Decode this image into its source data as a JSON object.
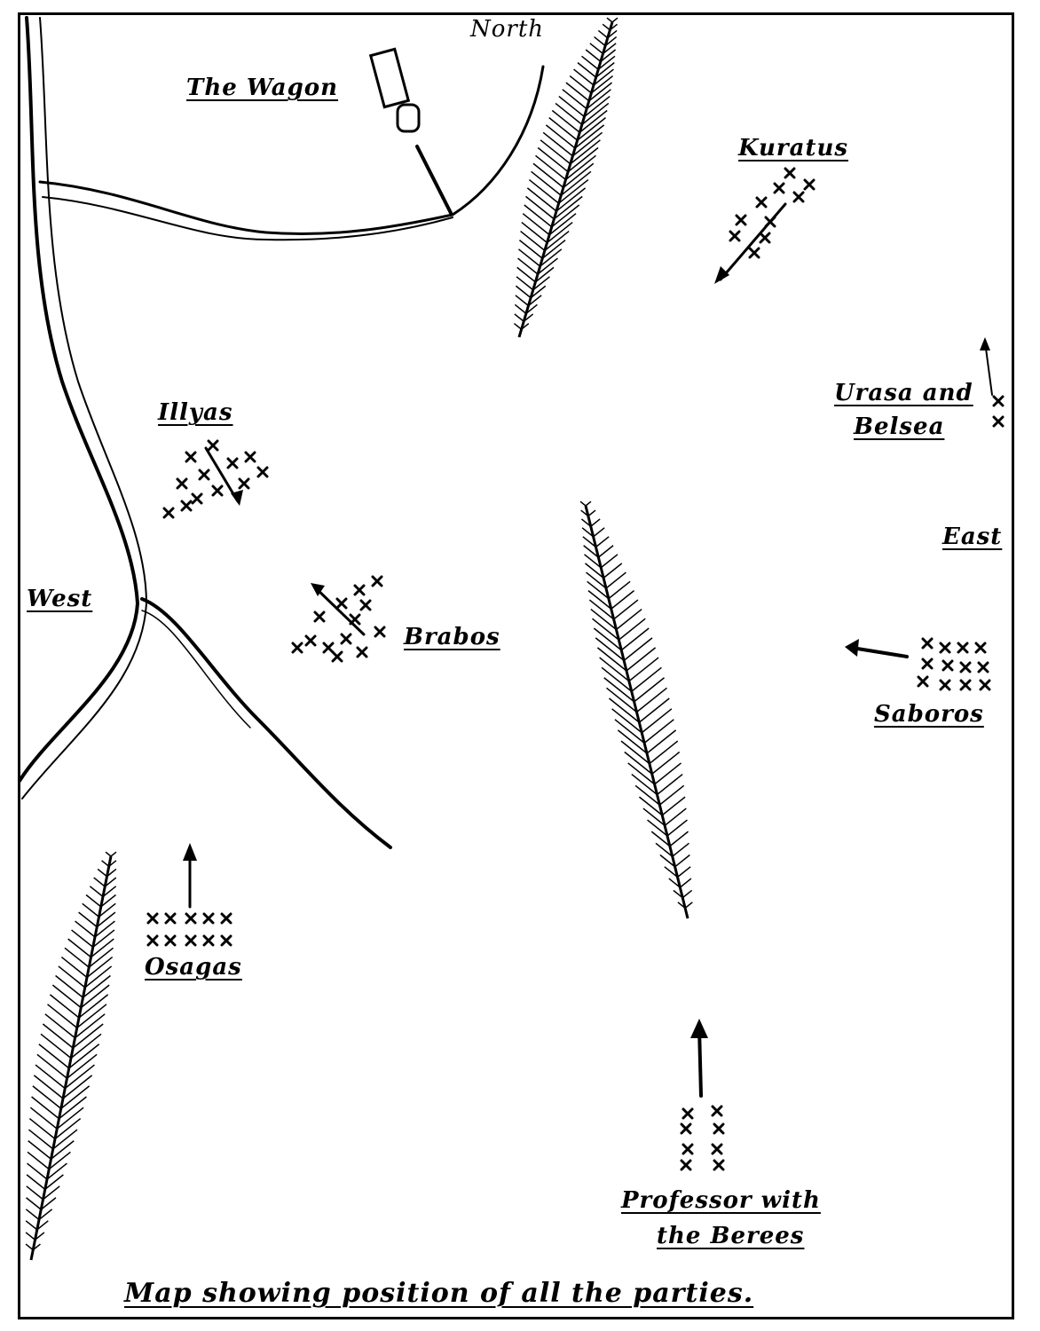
{
  "compass": {
    "north": "North",
    "east": "East",
    "west": "West"
  },
  "parties": {
    "wagon": "The Wagon",
    "kuratus": "Kuratus",
    "urasa": "Urasa and",
    "belsea": "Belsea",
    "illyas": "Illyas",
    "brabos": "Brabos",
    "saboros": "Saboros",
    "osagas": "Osagas",
    "professor": "Professor with",
    "berees": "the Berees"
  },
  "caption": "Map showing position of all the parties.",
  "colors": {
    "ink": "#000000",
    "paper": "#ffffff"
  }
}
